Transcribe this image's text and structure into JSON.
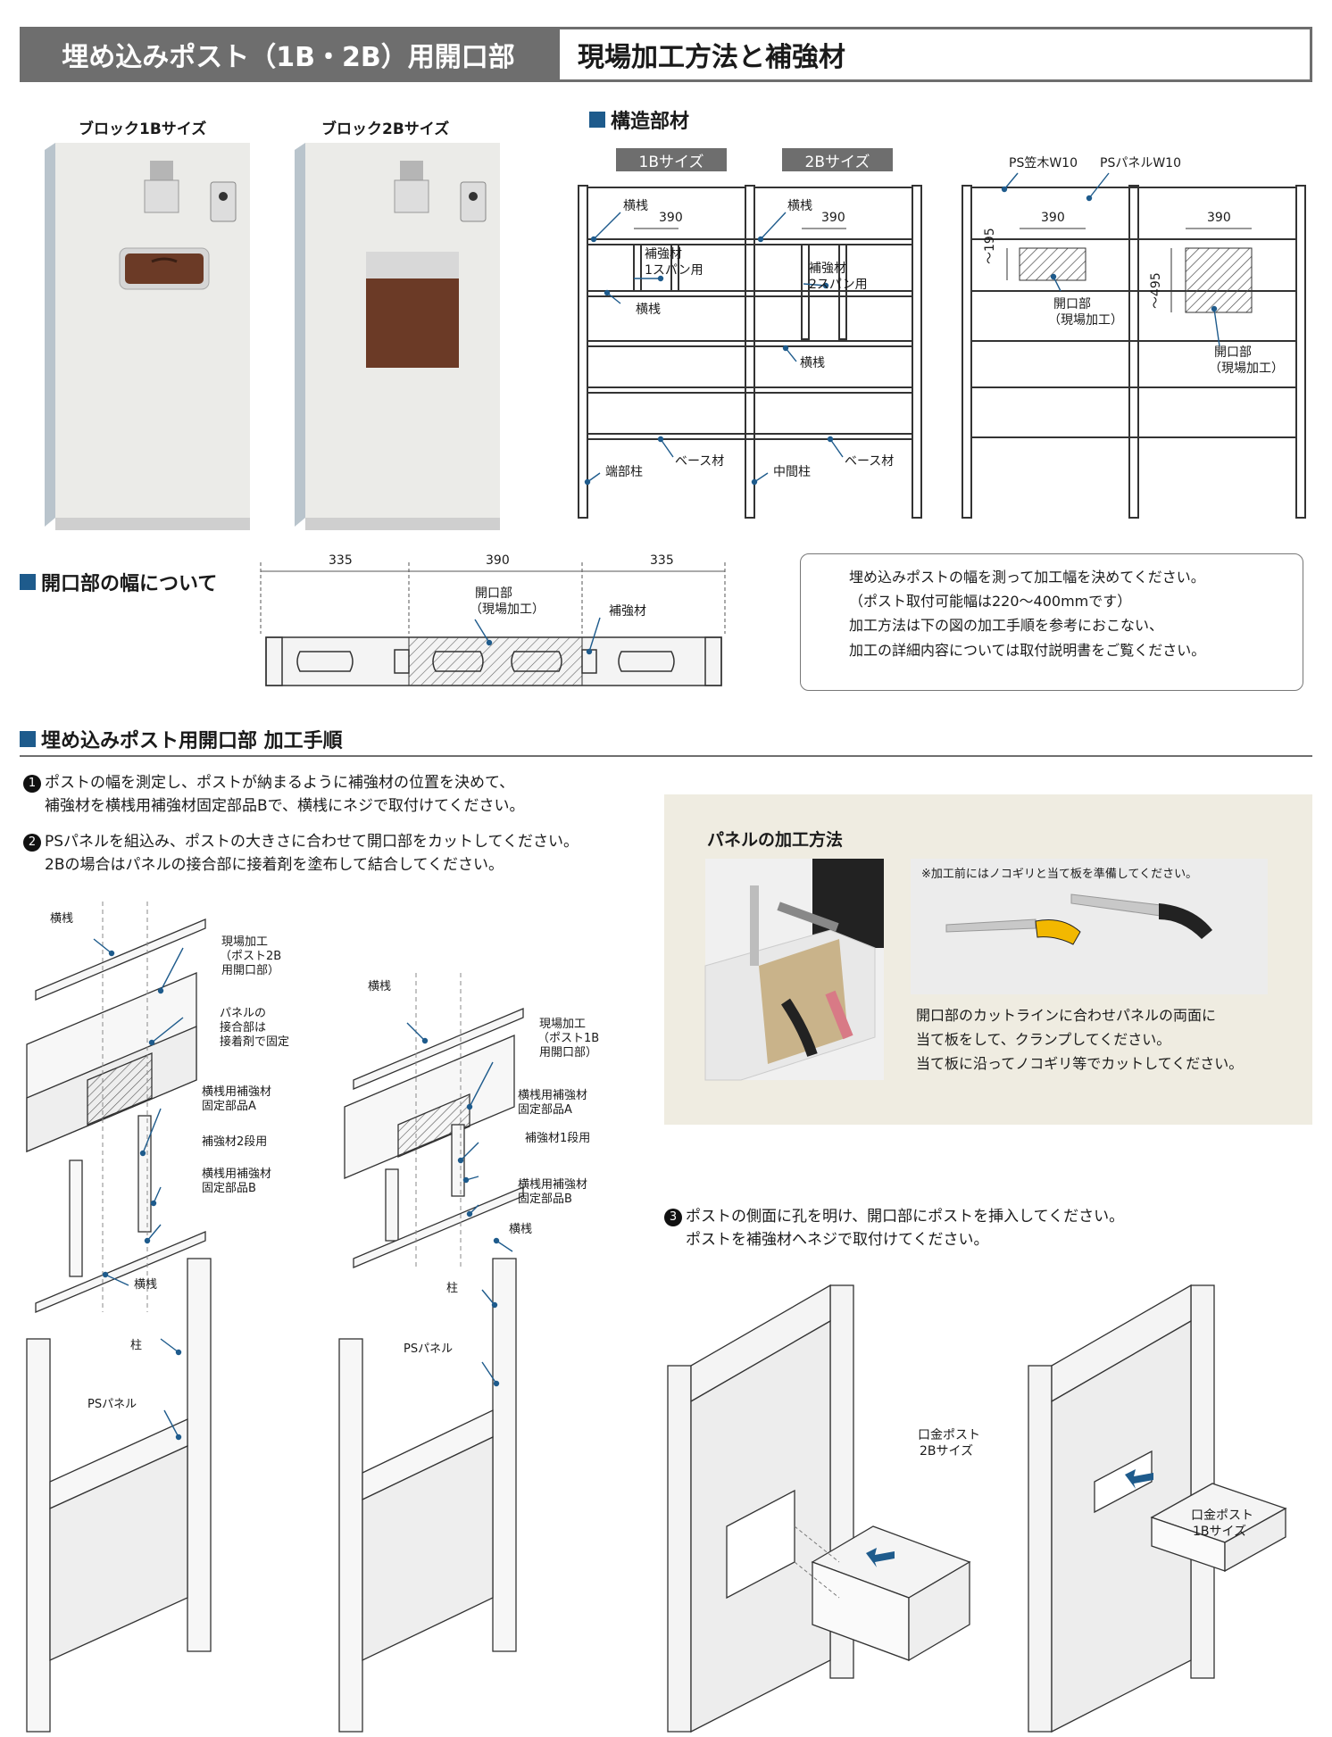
{
  "header": {
    "left_title": "埋め込みポスト（1B・2B）用開口部",
    "right_title": "現場加工方法と補強材"
  },
  "photos": {
    "block1b_label": "ブロック1Bサイズ",
    "block2b_label": "ブロック2Bサイズ"
  },
  "structure": {
    "heading": "構造部材",
    "tag_1b": "1Bサイズ",
    "tag_2b": "2Bサイズ",
    "dim_390": "390",
    "yokosan": "横桟",
    "hokyo_1span_l1": "補強材",
    "hokyo_1span_l2": "1スパン用",
    "hokyo_2span_l1": "補強材",
    "hokyo_2span_l2": "2スパン用",
    "base": "ベース材",
    "end_post": "端部柱",
    "mid_post": "中間柱",
    "ps_kasagi": "PS笠木W10",
    "ps_panel": "PSパネルW10",
    "dim_195": "～195",
    "dim_495": "～495",
    "opening_l1": "開口部",
    "opening_l2": "（現場加工）"
  },
  "width": {
    "heading": "開口部の幅について",
    "dim_left": "335",
    "dim_mid": "390",
    "dim_right": "335",
    "opening_l1": "開口部",
    "opening_l2": "（現場加工）",
    "reinforce": "補強材",
    "info_1": "埋め込みポストの幅を測って加工幅を決めてください。",
    "info_2": "（ポスト取付可能幅は220～400mmです）",
    "info_3": "加工方法は下の図の加工手順を参考におこない、",
    "info_4": "加工の詳細内容については取付説明書をご覧ください。"
  },
  "procedure": {
    "heading": "埋め込みポスト用開口部 加工手順",
    "n1": "1",
    "step1_l1": "ポストの幅を測定し、ポストが納まるように補強材の位置を決めて、",
    "step1_l2": "補強材を横桟用補強材固定部品Bで、横桟にネジで取付けてください。",
    "n2": "2",
    "step2_l1": "PSパネルを組込み、ポストの大きさに合わせて開口部をカットしてください。",
    "step2_l2": "2Bの場合はパネルの接合部に接着剤を塗布して結合してください。",
    "n3": "3",
    "step3_l1": "ポストの側面に孔を明け、開口部にポストを挿入してください。",
    "step3_l2": "ポストを補強材へネジで取付けてください。"
  },
  "exploded_2b": {
    "yokosan_top": "横桟",
    "genba_l1": "現場加工",
    "genba_l2": "（ポスト2B",
    "genba_l3": "用開口部）",
    "panel_join_l1": "パネルの",
    "panel_join_l2": "接合部は",
    "panel_join_l3": "接着剤で固定",
    "partA_l1": "横桟用補強材",
    "partA_l2": "固定部品A",
    "hokyo_2dan": "補強材2段用",
    "partB_l1": "横桟用補強材",
    "partB_l2": "固定部品B",
    "yokosan_bottom": "横桟",
    "hashira": "柱",
    "ps_panel": "PSパネル"
  },
  "exploded_1b": {
    "yokosan_top": "横桟",
    "genba_l1": "現場加工",
    "genba_l2": "（ポスト1B",
    "genba_l3": "用開口部）",
    "partA_l1": "横桟用補強材",
    "partA_l2": "固定部品A",
    "hokyo_1dan": "補強材1段用",
    "partB_l1": "横桟用補強材",
    "partB_l2": "固定部品B",
    "yokosan_bottom": "横桟",
    "hashira": "柱",
    "ps_panel": "PSパネル"
  },
  "panel_method": {
    "title": "パネルの加工方法",
    "note": "※加工前にはノコギリと当て板を準備してください。",
    "desc_1": "開口部のカットラインに合わせパネルの両面に",
    "desc_2": "当て板をして、クランプしてください。",
    "desc_3": "当て板に沿ってノコギリ等でカットしてください。"
  },
  "insert": {
    "post_2b_l1": "口金ポスト",
    "post_2b_l2": "2Bサイズ",
    "post_1b_l1": "口金ポスト",
    "post_1b_l2": "1Bサイズ"
  },
  "colors": {
    "header_gray": "#6e6e6e",
    "accent_blue": "#1e5b8c",
    "post_brown": "#6b3a26",
    "beige_bg": "#efece1"
  }
}
